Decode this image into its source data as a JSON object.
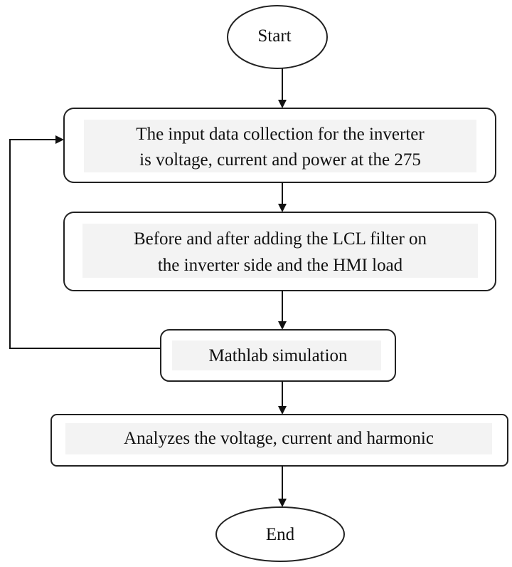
{
  "flowchart": {
    "start": {
      "label": "Start"
    },
    "steps": [
      {
        "lines": [
          "The input data collection for the inverter",
          "is voltage, current and power at the 275"
        ]
      },
      {
        "lines": [
          "Before and after adding the LCL filter on",
          "the inverter side and the HMI load"
        ]
      },
      {
        "lines": [
          "Mathlab simulation"
        ]
      },
      {
        "lines": [
          "Analyzes the voltage, current and harmonic"
        ]
      }
    ],
    "end": {
      "label": "End"
    }
  }
}
